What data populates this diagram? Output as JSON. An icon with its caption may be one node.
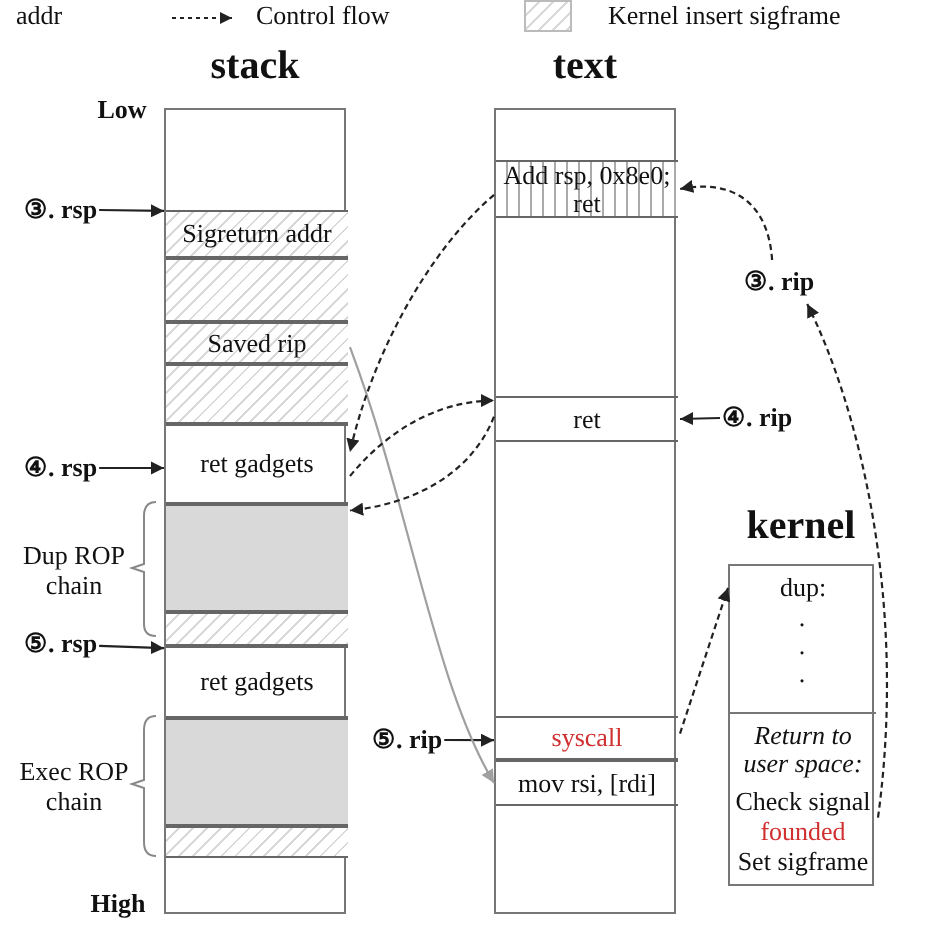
{
  "diagram": {
    "nodes": [
      {
        "text": [
          "stack"
        ]
      },
      {
        "text": [
          "Sigreturn  addr"
        ],
        "in": 0
      },
      {
        "text": [
          "Saved rip"
        ],
        "in": 0
      },
      {
        "text": [
          "ret gadgets"
        ],
        "in": 0
      },
      {
        "text": [],
        "shape": "box",
        "in": 0
      },
      {
        "text": [
          "ret gadgets"
        ],
        "in": 0
      },
      {
        "text": [
          "text"
        ]
      },
      {
        "text": [
          "Add rsp, 0x8e0; ret"
        ],
        "in": 6
      },
      {
        "text": [
          "ret"
        ],
        "in": 6
      },
      {
        "text": [
          "syscall"
        ],
        "in": 6
      },
      {
        "text": [
          "mov rsi, [rdi]"
        ],
        "in": 6
      },
      {
        "text": [
          "kernel"
        ]
      },
      {
        "text": [
          "dup:",
          ".",
          ".",
          "."
        ],
        "in": 11
      },
      {
        "text": [
          "Return to user space:",
          "Check signal",
          "founded",
          "Set sigframe"
        ],
        "in": 11
      },
      {
        "text": [
          "③. rsp"
        ]
      },
      {
        "text": [
          "④. rsp"
        ]
      },
      {
        "text": [
          "⑤. rsp"
        ]
      },
      {
        "text": [
          "③. rip"
        ]
      },
      {
        "text": [
          "④. rip"
        ]
      },
      {
        "text": [
          "⑤. rip"
        ]
      },
      {
        "text": [],
        "shape": "box",
        "in": 0
      }
    ],
    "edges": [
      {
        "from": 14,
        "to": 1,
        "arrow": "to"
      },
      {
        "from": 15,
        "to": 3,
        "arrow": "to"
      },
      {
        "from": 16,
        "to": 5,
        "arrow": "to"
      },
      {
        "from": 18,
        "to": 8,
        "arrow": "to"
      },
      {
        "from": 19,
        "to": 9,
        "arrow": "to"
      },
      {
        "from": 2,
        "to": 10,
        "arrow": "to",
        "color": "#a0a0a0"
      },
      {
        "from": 7,
        "to": 3,
        "arrow": "to",
        "style": "dashed"
      },
      {
        "from": 3,
        "to": 8,
        "arrow": "to",
        "style": "dashed"
      },
      {
        "from": 8,
        "to": 4,
        "arrow": "to",
        "style": "dashed"
      },
      {
        "from": 17,
        "to": 7,
        "arrow": "to",
        "style": "dashed"
      },
      {
        "from": 9,
        "to": 12,
        "arrow": "to",
        "style": "dashed"
      },
      {
        "from": 13,
        "to": 17,
        "arrow": "to",
        "style": "dashed"
      }
    ],
    "labels": [
      "Low",
      "Dup ROP chain",
      "Exec ROP chain",
      "High"
    ],
    "legend": [
      {
        "text": "addr"
      },
      {
        "text": "Control flow"
      },
      {
        "text": "Kernel insert sigframe"
      }
    ]
  }
}
